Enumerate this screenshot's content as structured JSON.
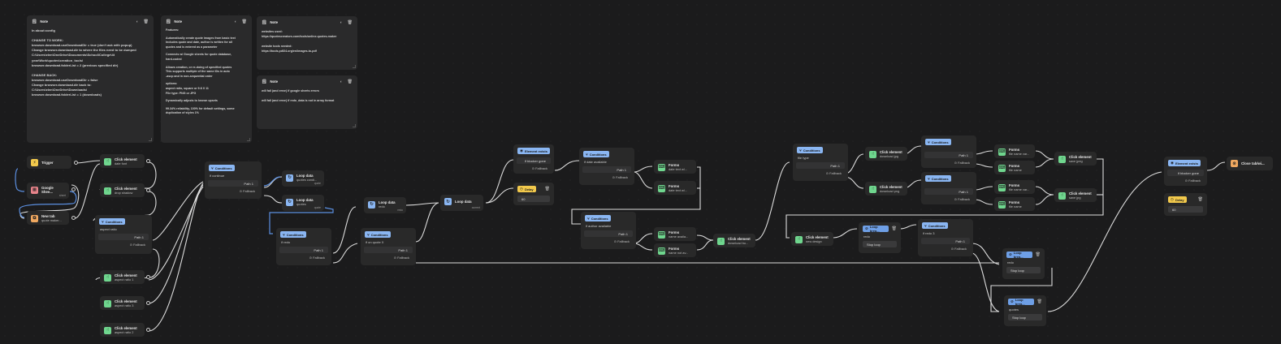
{
  "canvas": {
    "background": "#1b1b1c"
  },
  "colors": {
    "green": "#6fd68e",
    "yellow": "#f2c94c",
    "red": "#e8848b",
    "orange": "#f0a860",
    "blue": "#8ab6f2"
  },
  "notes": [
    {
      "title": "Note",
      "icon": "note-icon",
      "lines": [
        "In about:config",
        "",
        "CHANGE TO WORK:",
        "browser.download.useDownloadDir = true (don't ask with popup)",
        "Change browser.download.dir to where the files need to be dumped",
        "C:\\Users\\elen\\OneDrive\\Documents\\School\\College\\4t",
        "year\\Work\\quotes\\creation_tools\\",
        "browser.download.folderList = 2 (previous specified dir)",
        "",
        "CHANGE BACK:",
        "browser.download.useDownloadDir = false",
        "Change browser.download.dir back to:",
        "C:\\Users\\elen\\OneDrive\\Downloads\\",
        "browser.download.folderList = 1 (downloads)"
      ]
    },
    {
      "title": "Note",
      "icon": "note-icon",
      "lines": [
        "Features:",
        "",
        "Automatically create quote images from basic text",
        "Includes quote and date, author is written for all",
        "quotes and is entered as a parameter",
        "",
        "Connects w/ Google sheets for quote database,",
        "hard-coded",
        "",
        "Allows creation, or re-doing of specified quotes",
        "This supports multiple of the same IDs in auto",
        "-ascp and in non-sequential order",
        "",
        "options:",
        "aspect ratio, square or 9:8 X 11",
        "File type: PNG or JPG",
        "",
        "Dynamically adjusts to known upsets",
        "",
        "99.34% reliability, 100% for default settings, some",
        "duplication of styles 1%"
      ]
    },
    {
      "title": "Note",
      "icon": "note-icon",
      "lines": [
        "websites used:",
        "https://quotescreators.com/tools/online-quotes-maker",
        "",
        "website tools needed:",
        "https://tools.pdf24.org/en/images-to-pdf"
      ]
    },
    {
      "title": "Note",
      "icon": "note-icon",
      "lines": [
        "will fail (and error) if google sheets errors",
        "",
        "will fail (and error) if redo_data is not in array format"
      ]
    }
  ],
  "nodes": {
    "trigger": {
      "title": "Trigger",
      "icon": "trigger-icon"
    },
    "google_sheets": {
      "title": "Google Shee...",
      "tag": "sheet",
      "icon": "sheets-icon"
    },
    "new_tab": {
      "title": "New tab",
      "subtitle": "quote maker...",
      "icon": "tab-icon"
    },
    "click_date_font": {
      "title": "Click element",
      "subtitle": "date font",
      "icon": "pointer-icon"
    },
    "click_drop_shadow": {
      "title": "Click element",
      "subtitle": "drop shadow",
      "icon": "pointer-icon"
    },
    "cond_aspect": {
      "chip": "Conditions",
      "sub": "aspect ratio",
      "path": "Path 1",
      "fallback": "Fallback"
    },
    "click_ar1": {
      "title": "Click element",
      "subtitle": "aspect ratio 1",
      "icon": "pointer-icon"
    },
    "click_ar3": {
      "title": "Click element",
      "subtitle": "aspect ratio 3",
      "icon": "pointer-icon"
    },
    "click_ar2": {
      "title": "Click element",
      "subtitle": "aspect ratio 2",
      "icon": "pointer-icon"
    },
    "cond_continue": {
      "chip": "Conditions",
      "sub": "if continue",
      "path": "Path 1",
      "fallback": "Fallback"
    },
    "loop_quotes_cond": {
      "title": "Loop data",
      "subtitle": "quotes condi...",
      "tag": "quote"
    },
    "loop_quotes": {
      "title": "Loop data",
      "subtitle": "quotes",
      "tag": "quote"
    },
    "cond_redo": {
      "chip": "Conditions",
      "sub": "if redo",
      "path": "Path 1",
      "fallback": "Fallback"
    },
    "loop_redo": {
      "title": "Loop data",
      "subtitle": "redo",
      "tag": "redo"
    },
    "cond_quote_x": {
      "chip": "Conditions",
      "sub": "if on quote X",
      "path": "Path 1",
      "fallback": "Fallback"
    },
    "loop_data_current": {
      "title": "Loop data",
      "tag": "current"
    },
    "blocked_exists": {
      "chip": "Element exists",
      "sub": "if blocker gone",
      "fallback": "Fallback"
    },
    "delay1": {
      "chip": "Delay",
      "value": "60"
    },
    "cond_date": {
      "chip": "Conditions",
      "sub": "if date available",
      "path": "Path 1",
      "fallback": "Fallback"
    },
    "remove_date_text": {
      "title": "Forms",
      "subtitle": "date text w/...",
      "icon": "forms-icon"
    },
    "remove_date_text2": {
      "title": "Forms",
      "subtitle": "date text w/...",
      "icon": "forms-icon"
    },
    "cond_author": {
      "chip": "Conditions",
      "sub": "if author available",
      "path": "Path 1",
      "fallback": "Fallback"
    },
    "forms_name_availa": {
      "title": "Forms",
      "subtitle": "name availa...",
      "icon": "forms-icon"
    },
    "forms_name_not_av": {
      "title": "Forms",
      "subtitle": "name not av...",
      "icon": "forms-icon"
    },
    "click_download_bu": {
      "title": "Click element",
      "subtitle": "download bu...",
      "icon": "pointer-icon"
    },
    "cond_file_type": {
      "chip": "Conditions",
      "sub": "file type",
      "path": "Path 1",
      "fallback": "Fallback"
    },
    "click_dl_jpg": {
      "title": "Click element",
      "subtitle": "download jpg",
      "icon": "pointer-icon"
    },
    "click_dl_png": {
      "title": "Click element",
      "subtitle": "download png",
      "icon": "pointer-icon"
    },
    "cond_a": {
      "chip": "Conditions",
      "path": "Path 1",
      "fallback": "Fallback"
    },
    "cond_b": {
      "chip": "Conditions",
      "path": "Path 1",
      "fallback": "Fallback"
    },
    "forms_file_name_var": {
      "title": "Forms",
      "subtitle": "file name var...",
      "icon": "forms-icon"
    },
    "forms_file_name": {
      "title": "Forms",
      "subtitle": "file name",
      "icon": "forms-icon"
    },
    "forms_file_name_var2": {
      "title": "Forms",
      "subtitle": "file name var...",
      "icon": "forms-icon"
    },
    "forms_file_name2": {
      "title": "Forms",
      "subtitle": "file name",
      "icon": "forms-icon"
    },
    "click_save_jpeg": {
      "title": "Click element",
      "subtitle": "save jpeg",
      "icon": "pointer-icon"
    },
    "click_save_jpg": {
      "title": "Click element",
      "subtitle": "save jpg",
      "icon": "pointer-icon"
    },
    "click_new_design": {
      "title": "Click element",
      "subtitle": "new design",
      "icon": "pointer-icon"
    },
    "loop_break_redo": {
      "chip": "Loop brea...",
      "value": "redo",
      "button": "Stop loop"
    },
    "cond_redo3": {
      "chip": "Conditions",
      "sub": "if redo 3",
      "path": "Path 1",
      "fallback": "Fallback"
    },
    "loop_break_redo2": {
      "chip": "Loop brea...",
      "value": "redo",
      "button": "Stop loop"
    },
    "loop_break_quotes": {
      "chip": "Loop brea...",
      "value": "quotes",
      "button": "Stop loop"
    },
    "blocked_exists2": {
      "chip": "Element exists",
      "sub": "if blocker gone",
      "fallback": "Fallback"
    },
    "delay2": {
      "chip": "Delay",
      "value": "60"
    },
    "close_tab": {
      "title": "Close tab/wi...",
      "icon": "close-tab-icon"
    }
  }
}
